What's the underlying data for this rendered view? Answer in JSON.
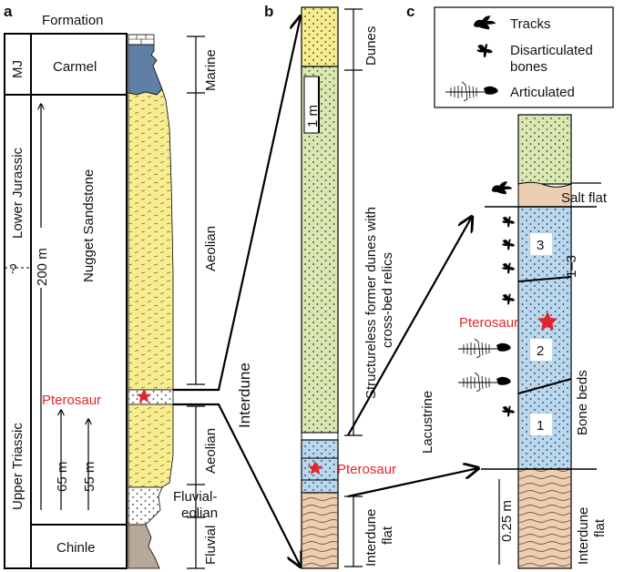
{
  "panels": {
    "a": "a",
    "b": "b",
    "c": "c"
  },
  "colors": {
    "sand_yellow": "#f7ec8e",
    "dune_green": "#d9e8b0",
    "lake_blue": "#b9d8ef",
    "flat_peach": "#eccfb2",
    "marine_blue": "#5f7fa6",
    "chinle_brown": "#b7a89a",
    "star_red": "#e0262d"
  },
  "panel_a": {
    "header": "Formation",
    "ages": {
      "mj": "MJ",
      "lower_jurassic": "Lower Jurassic",
      "question": "?",
      "upper_triassic": "Upper Triassic"
    },
    "formations": {
      "carmel": "Carmel",
      "nugget": "Nugget Sandstone",
      "chinle": "Chinle"
    },
    "scale_200": "200 m",
    "scale_65": "65 m",
    "scale_55": "55 m",
    "pterosaur": "Pterosaur",
    "facies": {
      "marine": "Marine",
      "aeolian_upper": "Aeolian",
      "aeolian_lower": "Aeolian",
      "fluvial_eolian_1": "Fluvial-",
      "fluvial_eolian_2": "eolian",
      "fluvial": "Fluvial"
    },
    "interdune": "Interdune"
  },
  "panel_b": {
    "dunes": "Dunes",
    "structureless_1": "Structureless former dunes with",
    "structureless_2": "cross-bed relics",
    "scale": "1 m",
    "pterosaur": "Pterosaur",
    "interdune_flat_1": "Interdune",
    "interdune_flat_2": "flat"
  },
  "panel_c": {
    "legend": {
      "tracks": "Tracks",
      "disarticulated_1": "Disarticulated",
      "disarticulated_2": "bones",
      "articulated": "Articulated"
    },
    "salt_flat": "Salt flat",
    "bed_numbers": {
      "three": "3",
      "two": "2",
      "one": "1"
    },
    "beds_range": "1–3",
    "bone_beds": "Bone beds",
    "pterosaur": "Pterosaur",
    "lacustrine": "Lacustrine",
    "scale": "0.25 m",
    "interdune_flat_1": "Interdune",
    "interdune_flat_2": "flat"
  }
}
